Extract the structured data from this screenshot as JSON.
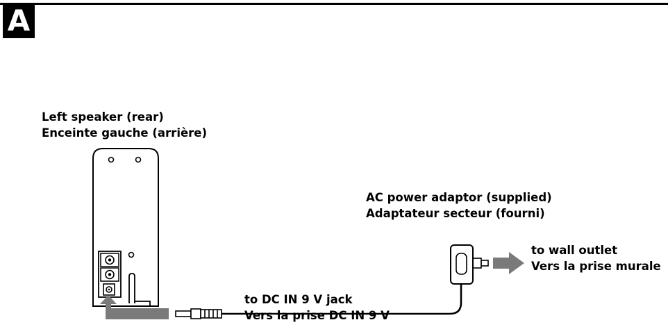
{
  "header": {
    "section_letter": "A"
  },
  "labels": {
    "speaker_en": "Left speaker (rear)",
    "speaker_fr": "Enceinte gauche (arrière)",
    "adaptor_en": "AC power adaptor (supplied)",
    "adaptor_fr": "Adaptateur secteur (fourni)",
    "outlet_en": "to wall outlet",
    "outlet_fr": "Vers la prise murale",
    "jack_en": "to DC IN 9 V jack",
    "jack_fr": "Vers la prise DC IN 9 V"
  },
  "colors": {
    "arrow": "#7a7a7a",
    "line": "#000000"
  }
}
